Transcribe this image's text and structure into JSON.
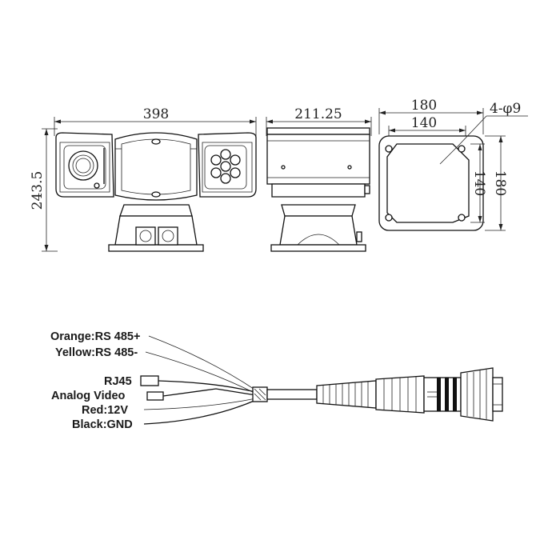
{
  "dimensions": {
    "width_front": "398",
    "height_front": "243.5",
    "width_side": "211.25",
    "base_outer_w": "180",
    "base_inner_w": "140",
    "base_inner_h": "140",
    "base_outer_h": "180",
    "holes": "4-φ9"
  },
  "cable_labels": {
    "orange": "Orange:RS 485+",
    "yellow": "Yellow:RS 485-",
    "rj45": "RJ45",
    "video": "Analog Video",
    "red": "Red:12V",
    "black": "Black:GND"
  }
}
